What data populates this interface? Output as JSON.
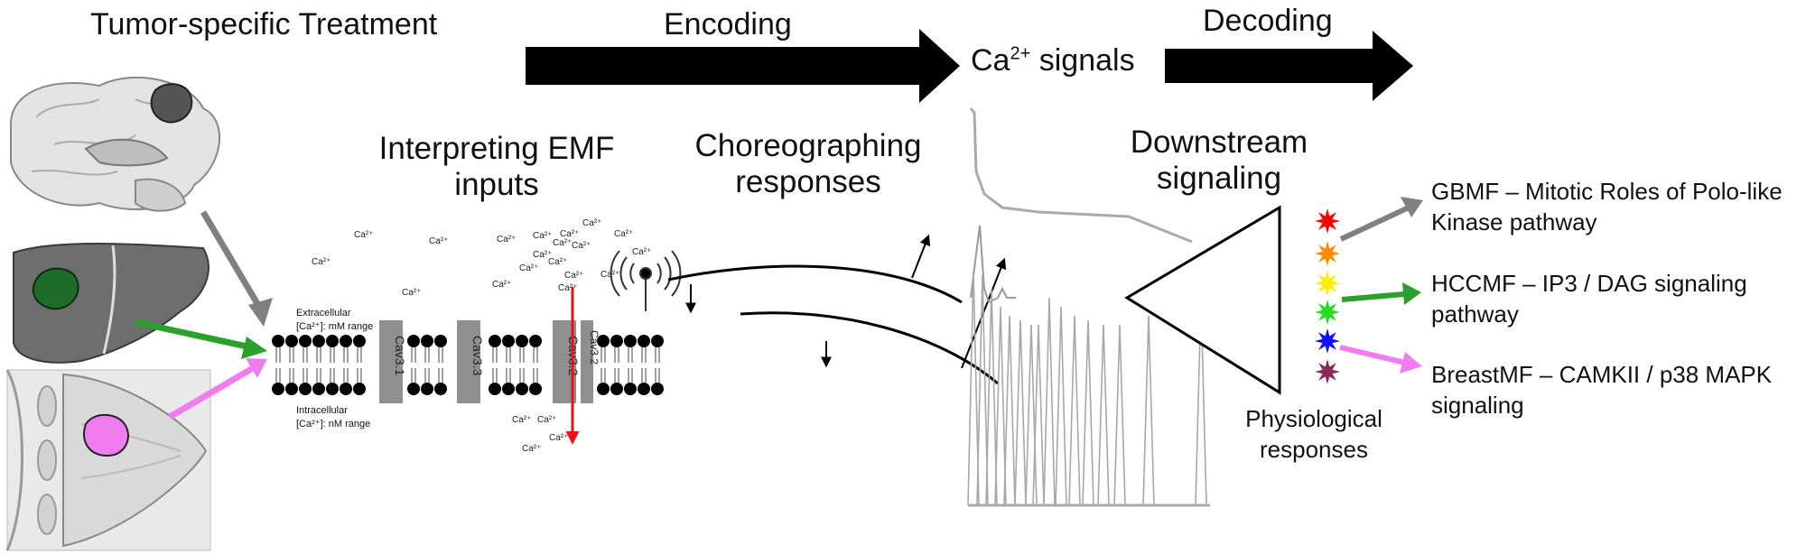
{
  "stages": {
    "treatment": "Tumor-specific Treatment",
    "encoding": "Encoding",
    "signal_base": "Ca",
    "signal_sup": "2+",
    "signal_rest": " signals",
    "decoding": "Decoding"
  },
  "steps": {
    "interpreting_1": "Interpreting EMF",
    "interpreting_2": "inputs",
    "choreographing_1": "Choreographing",
    "choreographing_2": "responses",
    "downstream_1": "Downstream",
    "downstream_2": "signaling"
  },
  "membrane": {
    "extracellular": "Extracellular",
    "extracellular_range": "[Ca²⁺]: mM range",
    "intracellular": "Intracellular",
    "intracellular_range": "[Ca²⁺]: nM range",
    "ion_label": "Ca²⁺",
    "channels": [
      "Cav3.1",
      "Cav3.3",
      "Cav3.2",
      "Cav3.2"
    ]
  },
  "physiological": {
    "line1": "Physiological",
    "line2": "responses"
  },
  "outputs": [
    {
      "label": "GBMF – Mitotic Roles of Polo-like Kinase pathway",
      "color": "#808080"
    },
    {
      "label": "HCCMF – IP3 / DAG signaling pathway",
      "color": "#2ca02c"
    },
    {
      "label": "BreastMF – CAMKII / p38 MAPK signaling",
      "color": "#f07cf0"
    }
  ],
  "response_colors": [
    "#ff0000",
    "#ff8c00",
    "#ffee00",
    "#22dd22",
    "#1010ff",
    "#8b2a5a"
  ]
}
